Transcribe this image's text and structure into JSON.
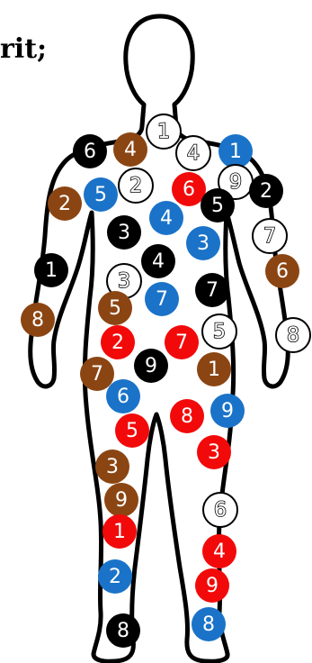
{
  "caption": "rit;",
  "colors": {
    "black": "#000000",
    "brown": "#8b4513",
    "blue": "#1a73c8",
    "red": "#f20a0a",
    "white": "#ffffff"
  },
  "figure": {
    "outline_color": "#000000",
    "fill_color": "#ffffff",
    "description_icon": "human-body-silhouette-icon"
  },
  "markers": [
    {
      "n": "1",
      "color": "white"
    },
    {
      "n": "6",
      "color": "black"
    },
    {
      "n": "4",
      "color": "brown"
    },
    {
      "n": "4",
      "color": "white"
    },
    {
      "n": "1",
      "color": "blue"
    },
    {
      "n": "5",
      "color": "blue"
    },
    {
      "n": "2",
      "color": "white"
    },
    {
      "n": "6",
      "color": "red"
    },
    {
      "n": "9",
      "color": "white"
    },
    {
      "n": "2",
      "color": "brown"
    },
    {
      "n": "5",
      "color": "black"
    },
    {
      "n": "2",
      "color": "black"
    },
    {
      "n": "3",
      "color": "black"
    },
    {
      "n": "4",
      "color": "blue"
    },
    {
      "n": "7",
      "color": "white"
    },
    {
      "n": "3",
      "color": "blue"
    },
    {
      "n": "4",
      "color": "black"
    },
    {
      "n": "1",
      "color": "black"
    },
    {
      "n": "6",
      "color": "brown"
    },
    {
      "n": "3",
      "color": "white"
    },
    {
      "n": "7",
      "color": "black"
    },
    {
      "n": "5",
      "color": "brown"
    },
    {
      "n": "7",
      "color": "blue"
    },
    {
      "n": "8",
      "color": "brown"
    },
    {
      "n": "5",
      "color": "white"
    },
    {
      "n": "8",
      "color": "white"
    },
    {
      "n": "2",
      "color": "red"
    },
    {
      "n": "7",
      "color": "red"
    },
    {
      "n": "7",
      "color": "brown"
    },
    {
      "n": "9",
      "color": "black"
    },
    {
      "n": "1",
      "color": "brown"
    },
    {
      "n": "6",
      "color": "blue"
    },
    {
      "n": "8",
      "color": "red"
    },
    {
      "n": "9",
      "color": "blue"
    },
    {
      "n": "5",
      "color": "red"
    },
    {
      "n": "3",
      "color": "red"
    },
    {
      "n": "3",
      "color": "brown"
    },
    {
      "n": "9",
      "color": "brown"
    },
    {
      "n": "6",
      "color": "white"
    },
    {
      "n": "1",
      "color": "red"
    },
    {
      "n": "4",
      "color": "red"
    },
    {
      "n": "2",
      "color": "blue"
    },
    {
      "n": "9",
      "color": "red"
    },
    {
      "n": "8",
      "color": "black"
    },
    {
      "n": "8",
      "color": "blue"
    }
  ]
}
